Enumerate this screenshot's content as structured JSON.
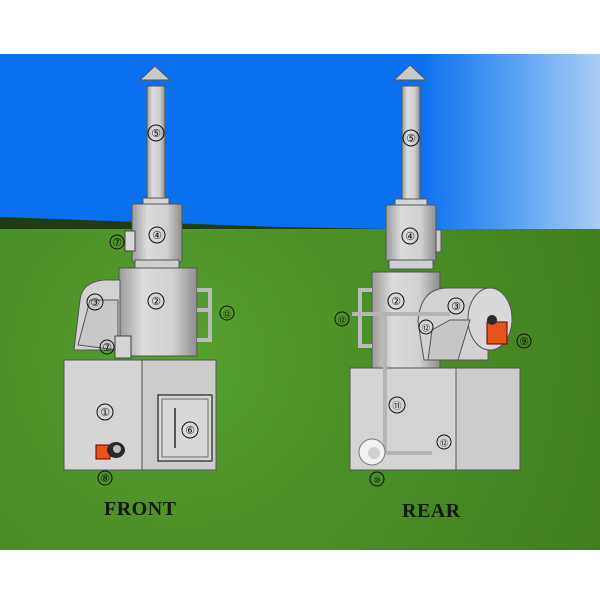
{
  "diagram": {
    "subject": "Incinerator front and rear views",
    "colors": {
      "sky": "#0a70f0",
      "sky_light": "#a9cdf6",
      "grass": "#4a8f26",
      "ground_dark": "#1f3d10",
      "metal": "#d3d3d3",
      "metal_shade": "#a9a9a9",
      "burner_orange": "#e8541c",
      "label_text": "#101a0c"
    },
    "views": [
      {
        "name": "front",
        "label": "FRONT",
        "callouts": [
          "⑤",
          "④",
          "⑦",
          "③",
          "②",
          "⑫",
          "⑦",
          "①",
          "⑥",
          "⑧"
        ]
      },
      {
        "name": "rear",
        "label": "REAR",
        "callouts": [
          "⑤",
          "④",
          "②",
          "⑫",
          "③",
          "⑫",
          "⑨",
          "⑪",
          "⑫",
          "⑩"
        ]
      }
    ],
    "callouts": {
      "c1": "①",
      "c2": "②",
      "c3": "③",
      "c4": "④",
      "c5": "⑤",
      "c6": "⑥",
      "c7": "⑦",
      "c8": "⑧",
      "c9": "⑨",
      "c10": "⑩",
      "c11": "⑪",
      "c12": "⑫"
    }
  }
}
